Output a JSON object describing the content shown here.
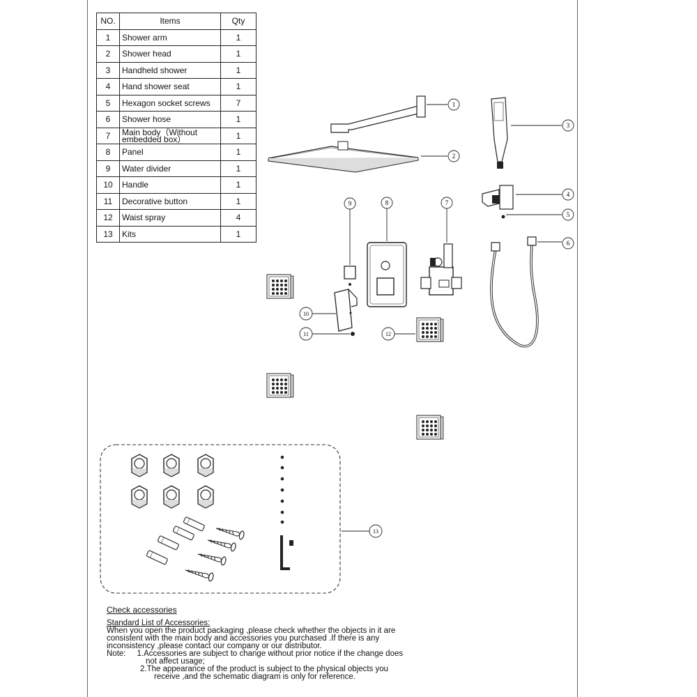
{
  "table": {
    "headers": {
      "no": "NO.",
      "items": "Items",
      "qty": "Qty"
    },
    "rows": [
      {
        "no": "1",
        "item": "Shower arm",
        "qty": "1"
      },
      {
        "no": "2",
        "item": "Shower head",
        "qty": "1"
      },
      {
        "no": "3",
        "item": "Handheld shower",
        "qty": "1"
      },
      {
        "no": "4",
        "item": "Hand shower seat",
        "qty": "1"
      },
      {
        "no": "5",
        "item": "Hexagon socket screws",
        "qty": "7"
      },
      {
        "no": "6",
        "item": "Shower hose",
        "qty": "1"
      },
      {
        "no": "7",
        "item": "Main body（Without embedded box）",
        "qty": "1"
      },
      {
        "no": "8",
        "item": "Panel",
        "qty": "1"
      },
      {
        "no": "9",
        "item": "Water divider",
        "qty": "1"
      },
      {
        "no": "10",
        "item": "Handle",
        "qty": "1"
      },
      {
        "no": "11",
        "item": "Decorative button",
        "qty": "1"
      },
      {
        "no": "12",
        "item": "Waist spray",
        "qty": "4"
      },
      {
        "no": "13",
        "item": "Kits",
        "qty": "1"
      }
    ]
  },
  "callouts": [
    "1",
    "2",
    "3",
    "4",
    "5",
    "6",
    "7",
    "8",
    "9",
    "10",
    "11",
    "12",
    "13"
  ],
  "notes": {
    "title": "Check accessories",
    "subtitle": "Standard List of Accessories:",
    "line1": "When you open the product packaging ,please check whether the objects in it are",
    "line2": "consistent with the main body and accessories you purchased .If there is any",
    "line3": "inconsistency ,please contact our company or our distributor.",
    "note_label": "Note:",
    "note1a": "1.Accessories are subject to change without prior notice if the change does",
    "note1b": "not affect usage;",
    "note2a": "2.The appearance of the product is subject to the physical objects you",
    "note2b": "receive ,and the schematic diagram is only for reference."
  }
}
